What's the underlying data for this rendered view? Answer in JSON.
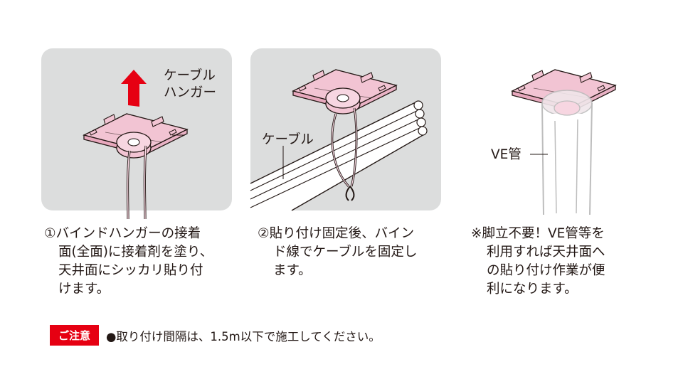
{
  "figure1": {
    "label": [
      "ケーブル",
      "ハンガー"
    ],
    "caption": [
      "①バインドハンガーの接着",
      "面(全面)に接着剤を塗り、",
      "天井面にシッカリ貼り付",
      "けます。"
    ]
  },
  "figure2": {
    "label": "ケーブル",
    "caption": [
      "②貼り付け固定後、バイン",
      "ド線でケーブルを固定し",
      "ます。"
    ]
  },
  "figure3": {
    "label": "VE管",
    "caption": [
      "※脚立不要！VE管等を",
      "利用すれば天井面へ",
      "の貼り付け作業が便",
      "利になります。"
    ]
  },
  "note": {
    "badge": "ご注意",
    "text": "●取り付け間隔は、1.5m以下で施工してください。"
  },
  "colors": {
    "panel": "#dcdddd",
    "hanger_pink": "#f2c4d3",
    "arrow_red": "#e60012",
    "outline": "#231815"
  }
}
